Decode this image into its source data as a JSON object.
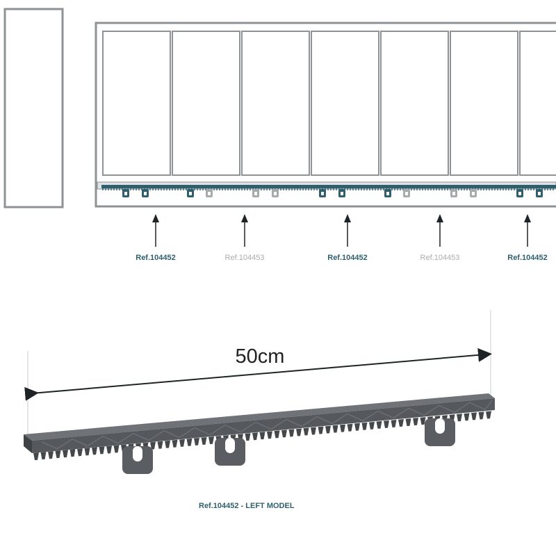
{
  "colors": {
    "frame": "#8f9295",
    "teal": "#2f5f6c",
    "light_gray": "#a8abad",
    "rack_dark": "#4a4d50",
    "rack_mid": "#5d6064",
    "rack_light": "#7b7f83",
    "arrow": "#1e2326"
  },
  "top_refs": [
    {
      "label": "Ref.104452",
      "style": "teal"
    },
    {
      "label": "Ref.104453",
      "style": "light"
    },
    {
      "label": "Ref.104452",
      "style": "teal"
    },
    {
      "label": "Ref.104453",
      "style": "light"
    },
    {
      "label": "Ref.104452",
      "style": "teal"
    }
  ],
  "dimension": {
    "label": "50cm"
  },
  "caption": {
    "label": "Ref.104452 - LEFT MODEL"
  }
}
